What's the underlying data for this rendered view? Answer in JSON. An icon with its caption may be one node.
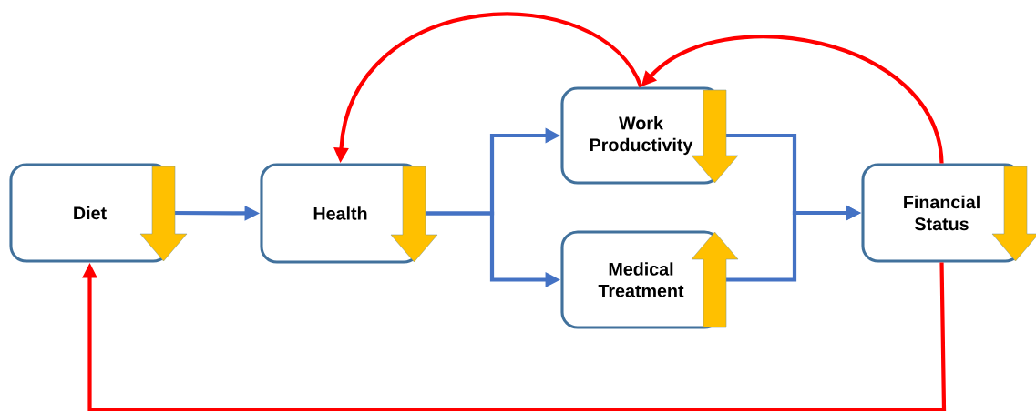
{
  "diagram": {
    "nodes": [
      {
        "text": [
          "Diet"
        ]
      },
      {
        "text": [
          "Health"
        ]
      },
      {
        "text": [
          "Work Productivity"
        ]
      },
      {
        "text": [
          "Medical Treatment"
        ]
      },
      {
        "text": [
          "Financial Status"
        ]
      }
    ],
    "edges": [
      {
        "from": 0,
        "to": 1,
        "arrow": "to"
      },
      {
        "from": 1,
        "to": 2,
        "arrow": "to"
      },
      {
        "from": 1,
        "to": 3,
        "arrow": "to"
      },
      {
        "from": 2,
        "to": 4,
        "arrow": "to"
      },
      {
        "from": 3,
        "to": 4,
        "arrow": "to"
      },
      {
        "from": 4,
        "to": 2,
        "arrow": "to",
        "color": "#ff0000"
      },
      {
        "from": 2,
        "to": 1,
        "arrow": "to",
        "color": "#ff0000"
      },
      {
        "from": 4,
        "to": 0,
        "arrow": "to",
        "color": "#ff0000"
      }
    ]
  }
}
